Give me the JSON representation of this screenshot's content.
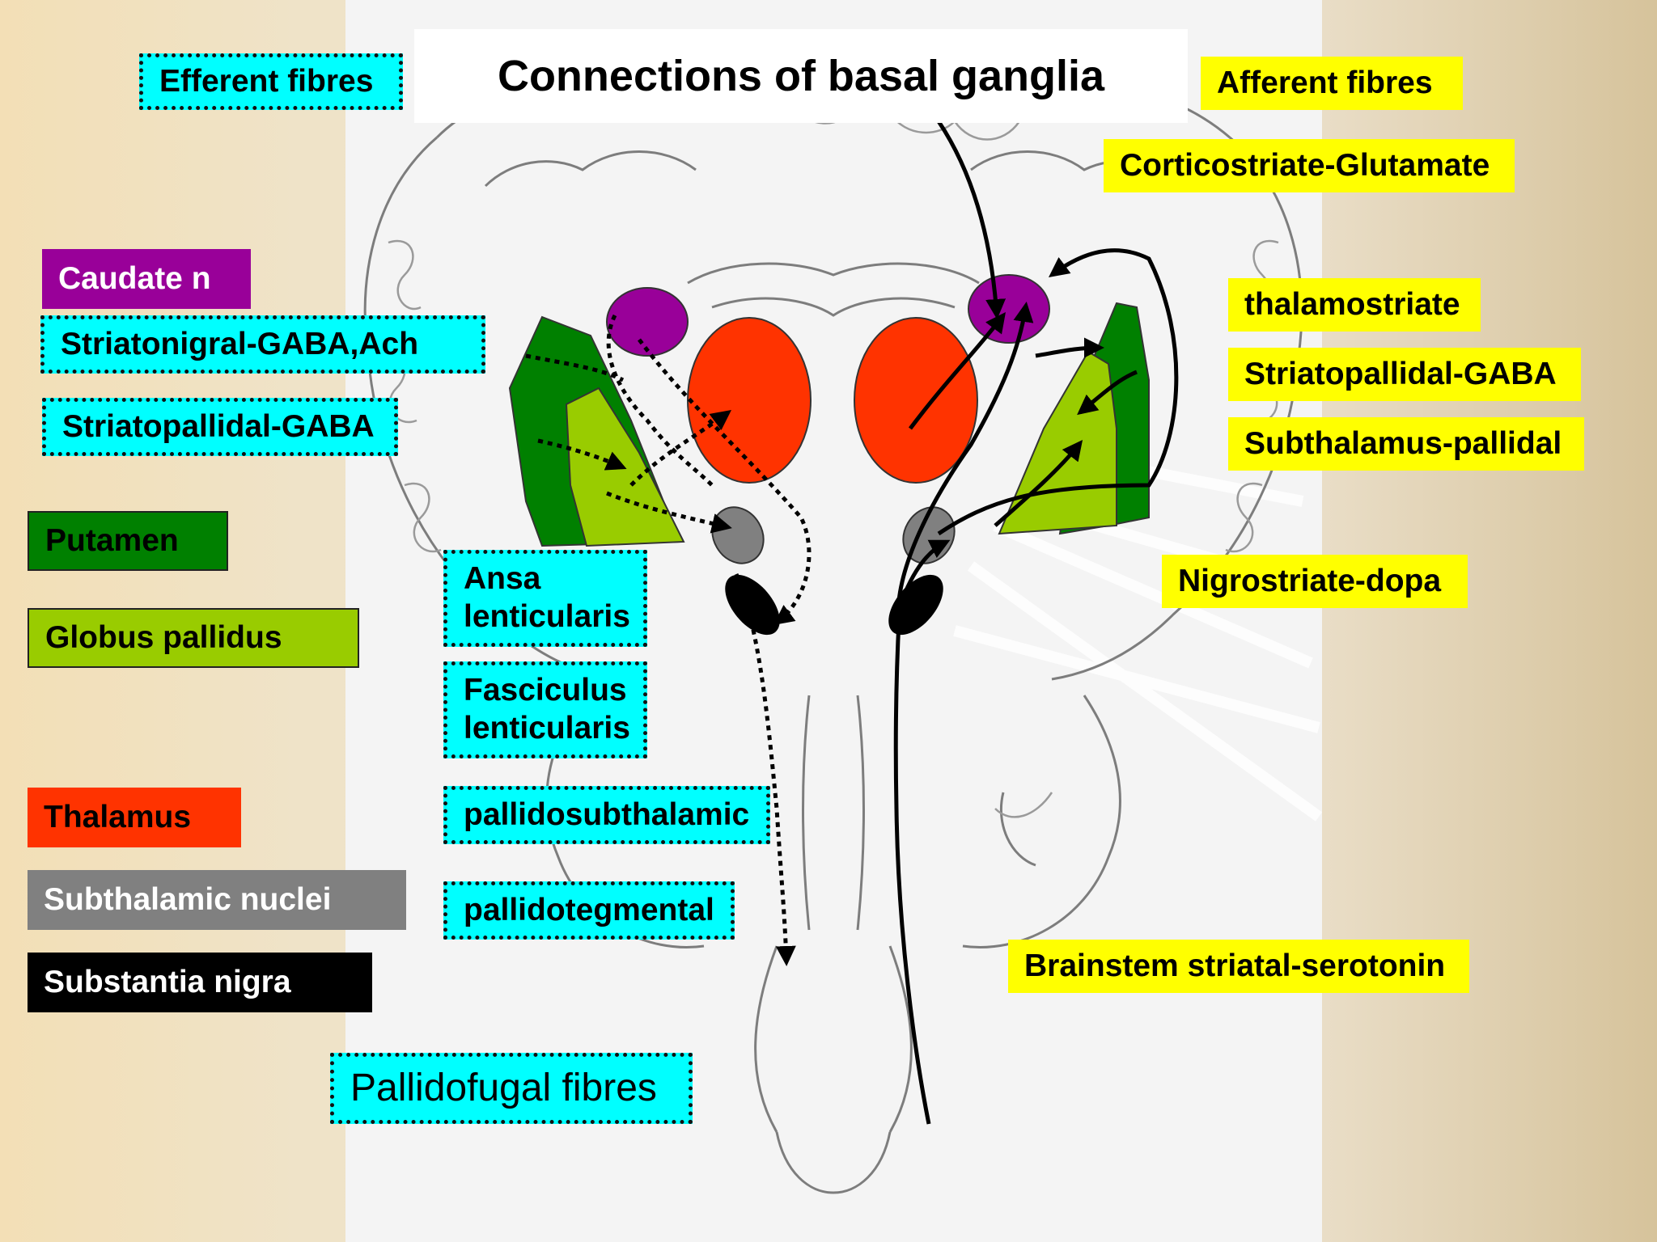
{
  "title": "Connections of basal ganglia",
  "efferent": {
    "heading": "Efferent fibres",
    "items": [
      "Striatonigral-GABA,Ach",
      "Striatopallidal-GABA"
    ],
    "pallidofugal": {
      "heading": "Pallidofugal fibres",
      "ansa_lenticularis": [
        "Ansa",
        "lenticularis"
      ],
      "fasciculus_lenticularis": [
        "Fasciculus",
        "lenticularis"
      ],
      "pallidosubthalamic": "pallidosubthalamic",
      "pallidotegmental": "pallidotegmental"
    }
  },
  "afferent": {
    "heading": "Afferent fibres",
    "items": [
      "Corticostriate-Glutamate",
      "thalamostriate",
      "Striatopallidal-GABA",
      "Subthalamus-pallidal",
      "Nigrostriate-dopa",
      "Brainstem striatal-serotonin"
    ]
  },
  "legend": [
    {
      "label": "Caudate n",
      "color": "#990099",
      "text_color": "#ffffff"
    },
    {
      "label": "Putamen",
      "color": "#008000",
      "text_color": "#000000"
    },
    {
      "label": "Globus pallidus",
      "color": "#99cc00",
      "text_color": "#000000"
    },
    {
      "label": "Thalamus",
      "color": "#ff3300",
      "text_color": "#000000"
    },
    {
      "label": "Subthalamic nuclei",
      "color": "#808080",
      "text_color": "#ffffff"
    },
    {
      "label": "Substantia nigra",
      "color": "#000000",
      "text_color": "#ffffff"
    }
  ],
  "colors": {
    "efferent_box": "#00ffff",
    "afferent_box": "#ffff00",
    "caudate": "#990099",
    "putamen": "#008000",
    "globus_pallidus": "#99cc00",
    "thalamus": "#ff3300",
    "subthalamic": "#808080",
    "substantia_nigra": "#000000"
  }
}
